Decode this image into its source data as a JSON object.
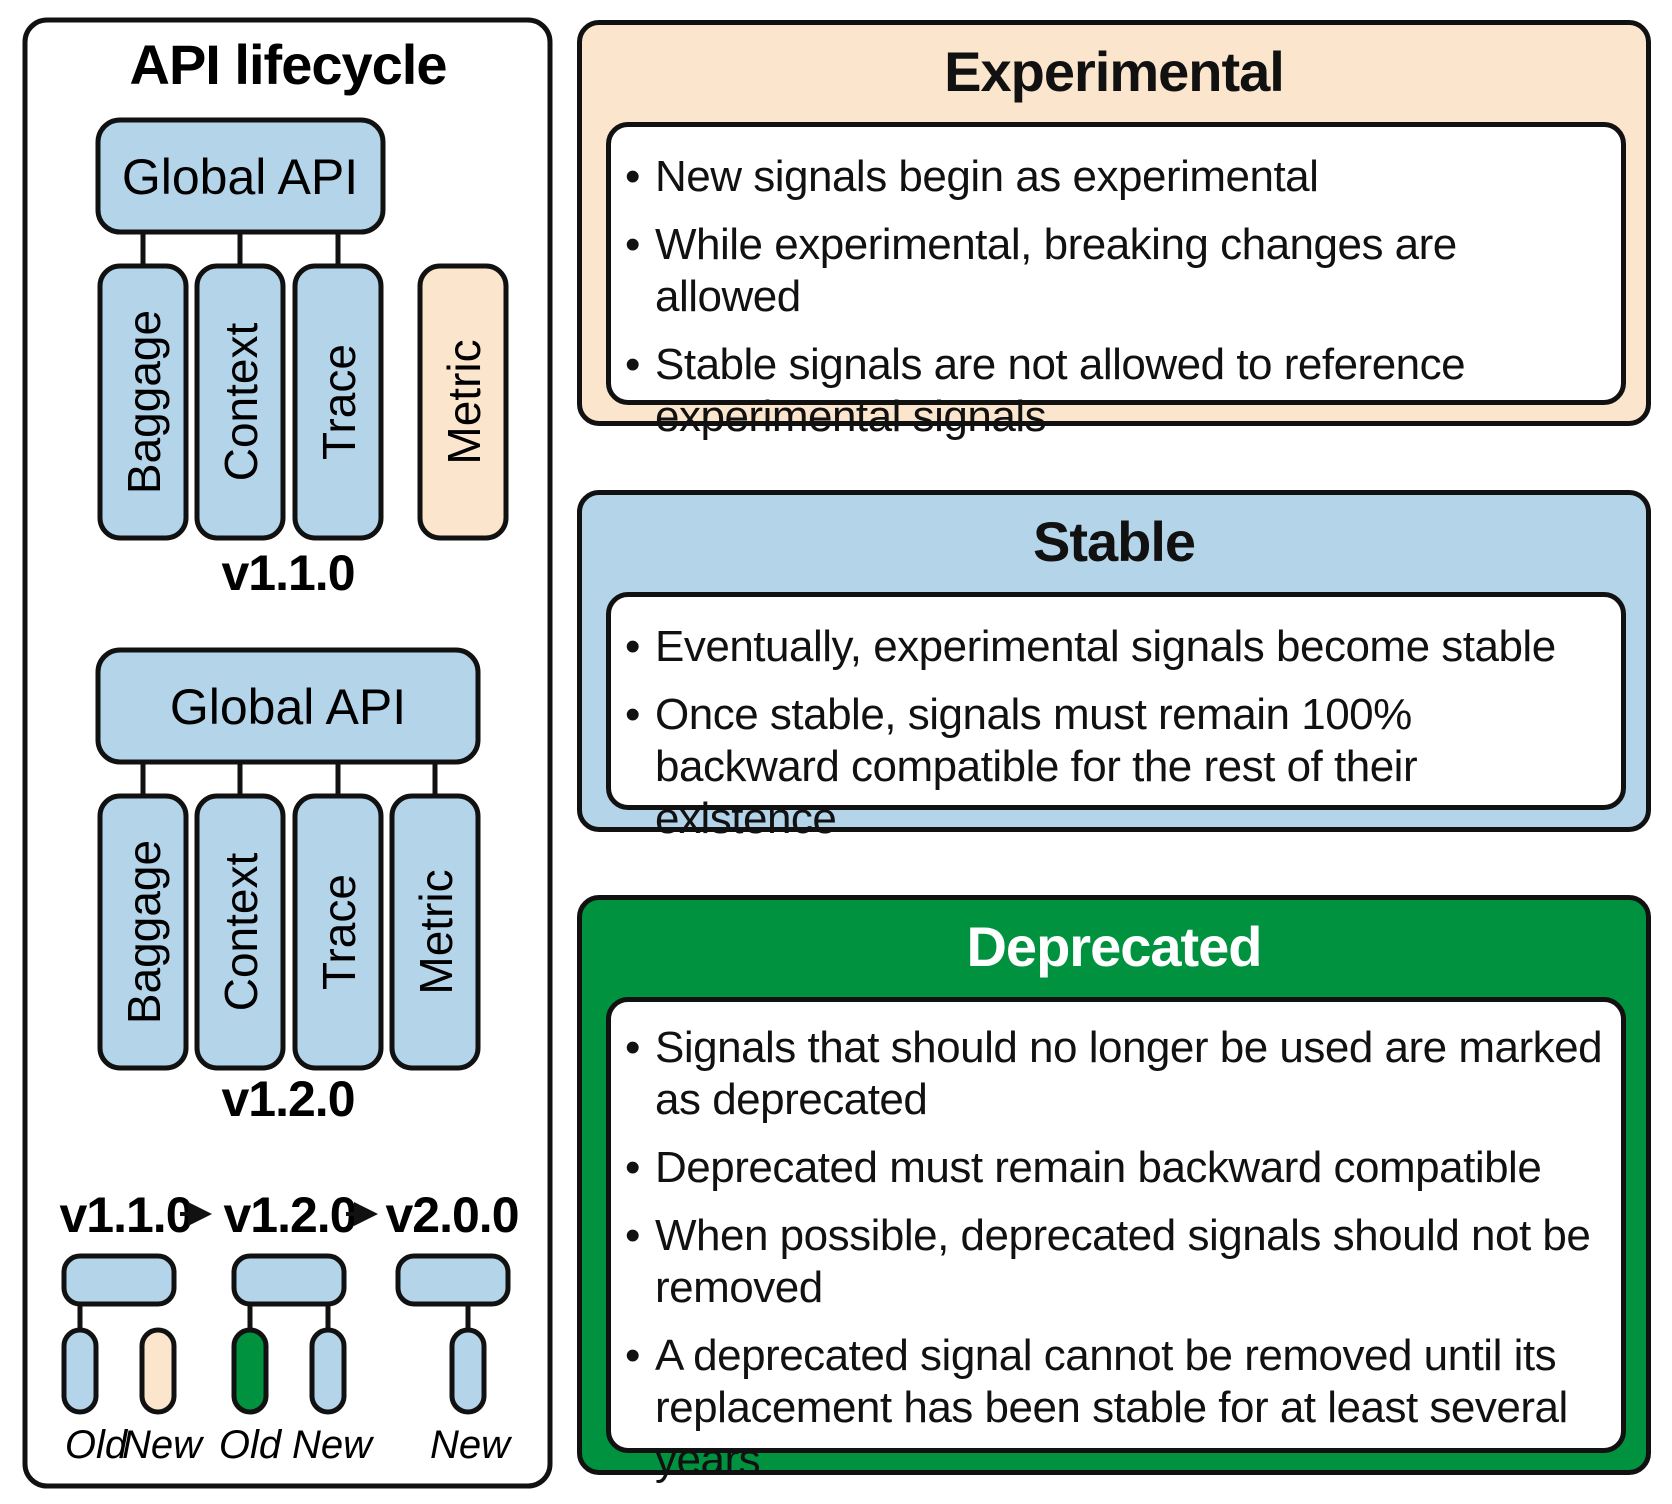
{
  "lifecycle": {
    "title": "API lifecycle",
    "global_api_label": "Global API",
    "signals": [
      "Baggage",
      "Context",
      "Trace",
      "Metric"
    ],
    "version_1": "v1.1.0",
    "version_2": "v1.2.0",
    "legend": {
      "versions": [
        "v1.1.0",
        "v1.2.0",
        "v2.0.0"
      ],
      "labels": [
        "Old",
        "New",
        "Old",
        "New",
        "New"
      ]
    }
  },
  "colors": {
    "experimental": "#fbe5cd",
    "stable": "#b4d4ea",
    "deprecated": "#00923f",
    "outline": "#111111"
  },
  "experimental": {
    "title": "Experimental",
    "bullets": [
      "New signals begin as experimental",
      "While experimental, breaking changes are allowed",
      "Stable signals are not allowed to reference experimental signals"
    ]
  },
  "stable": {
    "title": "Stable",
    "bullets": [
      "Eventually, experimental signals become stable",
      "Once stable, signals must remain 100% backward compatible for the rest of their existence"
    ]
  },
  "deprecated": {
    "title": "Deprecated",
    "bullets": [
      "Signals that should no longer be used are marked as deprecated",
      "Deprecated must remain backward compatible",
      "When possible, deprecated signals should not be removed",
      "A deprecated signal cannot be removed until its replacement has been stable for at least several years"
    ]
  }
}
